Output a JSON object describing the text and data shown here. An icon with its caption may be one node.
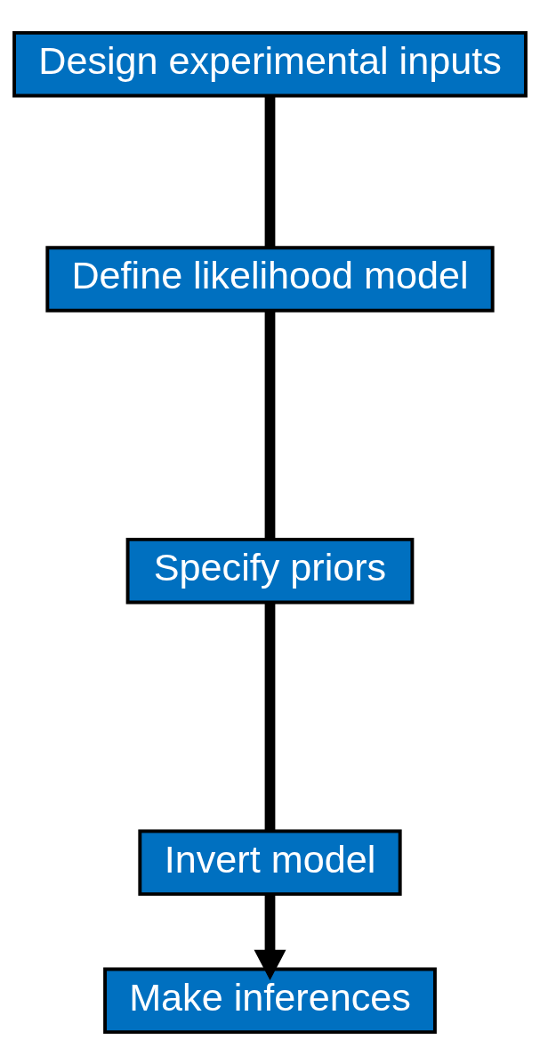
{
  "diagram": {
    "nodes": [
      {
        "text": [
          "Design experimental inputs"
        ]
      },
      {
        "text": [
          "Define likelihood model"
        ]
      },
      {
        "text": [
          "Specify priors"
        ]
      },
      {
        "text": [
          "Invert model"
        ]
      },
      {
        "text": [
          "Make inferences"
        ]
      }
    ],
    "edges": [
      {
        "from": 0,
        "to": 1,
        "arrow": "none"
      },
      {
        "from": 1,
        "to": 2,
        "arrow": "none"
      },
      {
        "from": 2,
        "to": 3,
        "arrow": "none"
      },
      {
        "from": 3,
        "to": 4,
        "arrow": "to"
      }
    ]
  }
}
